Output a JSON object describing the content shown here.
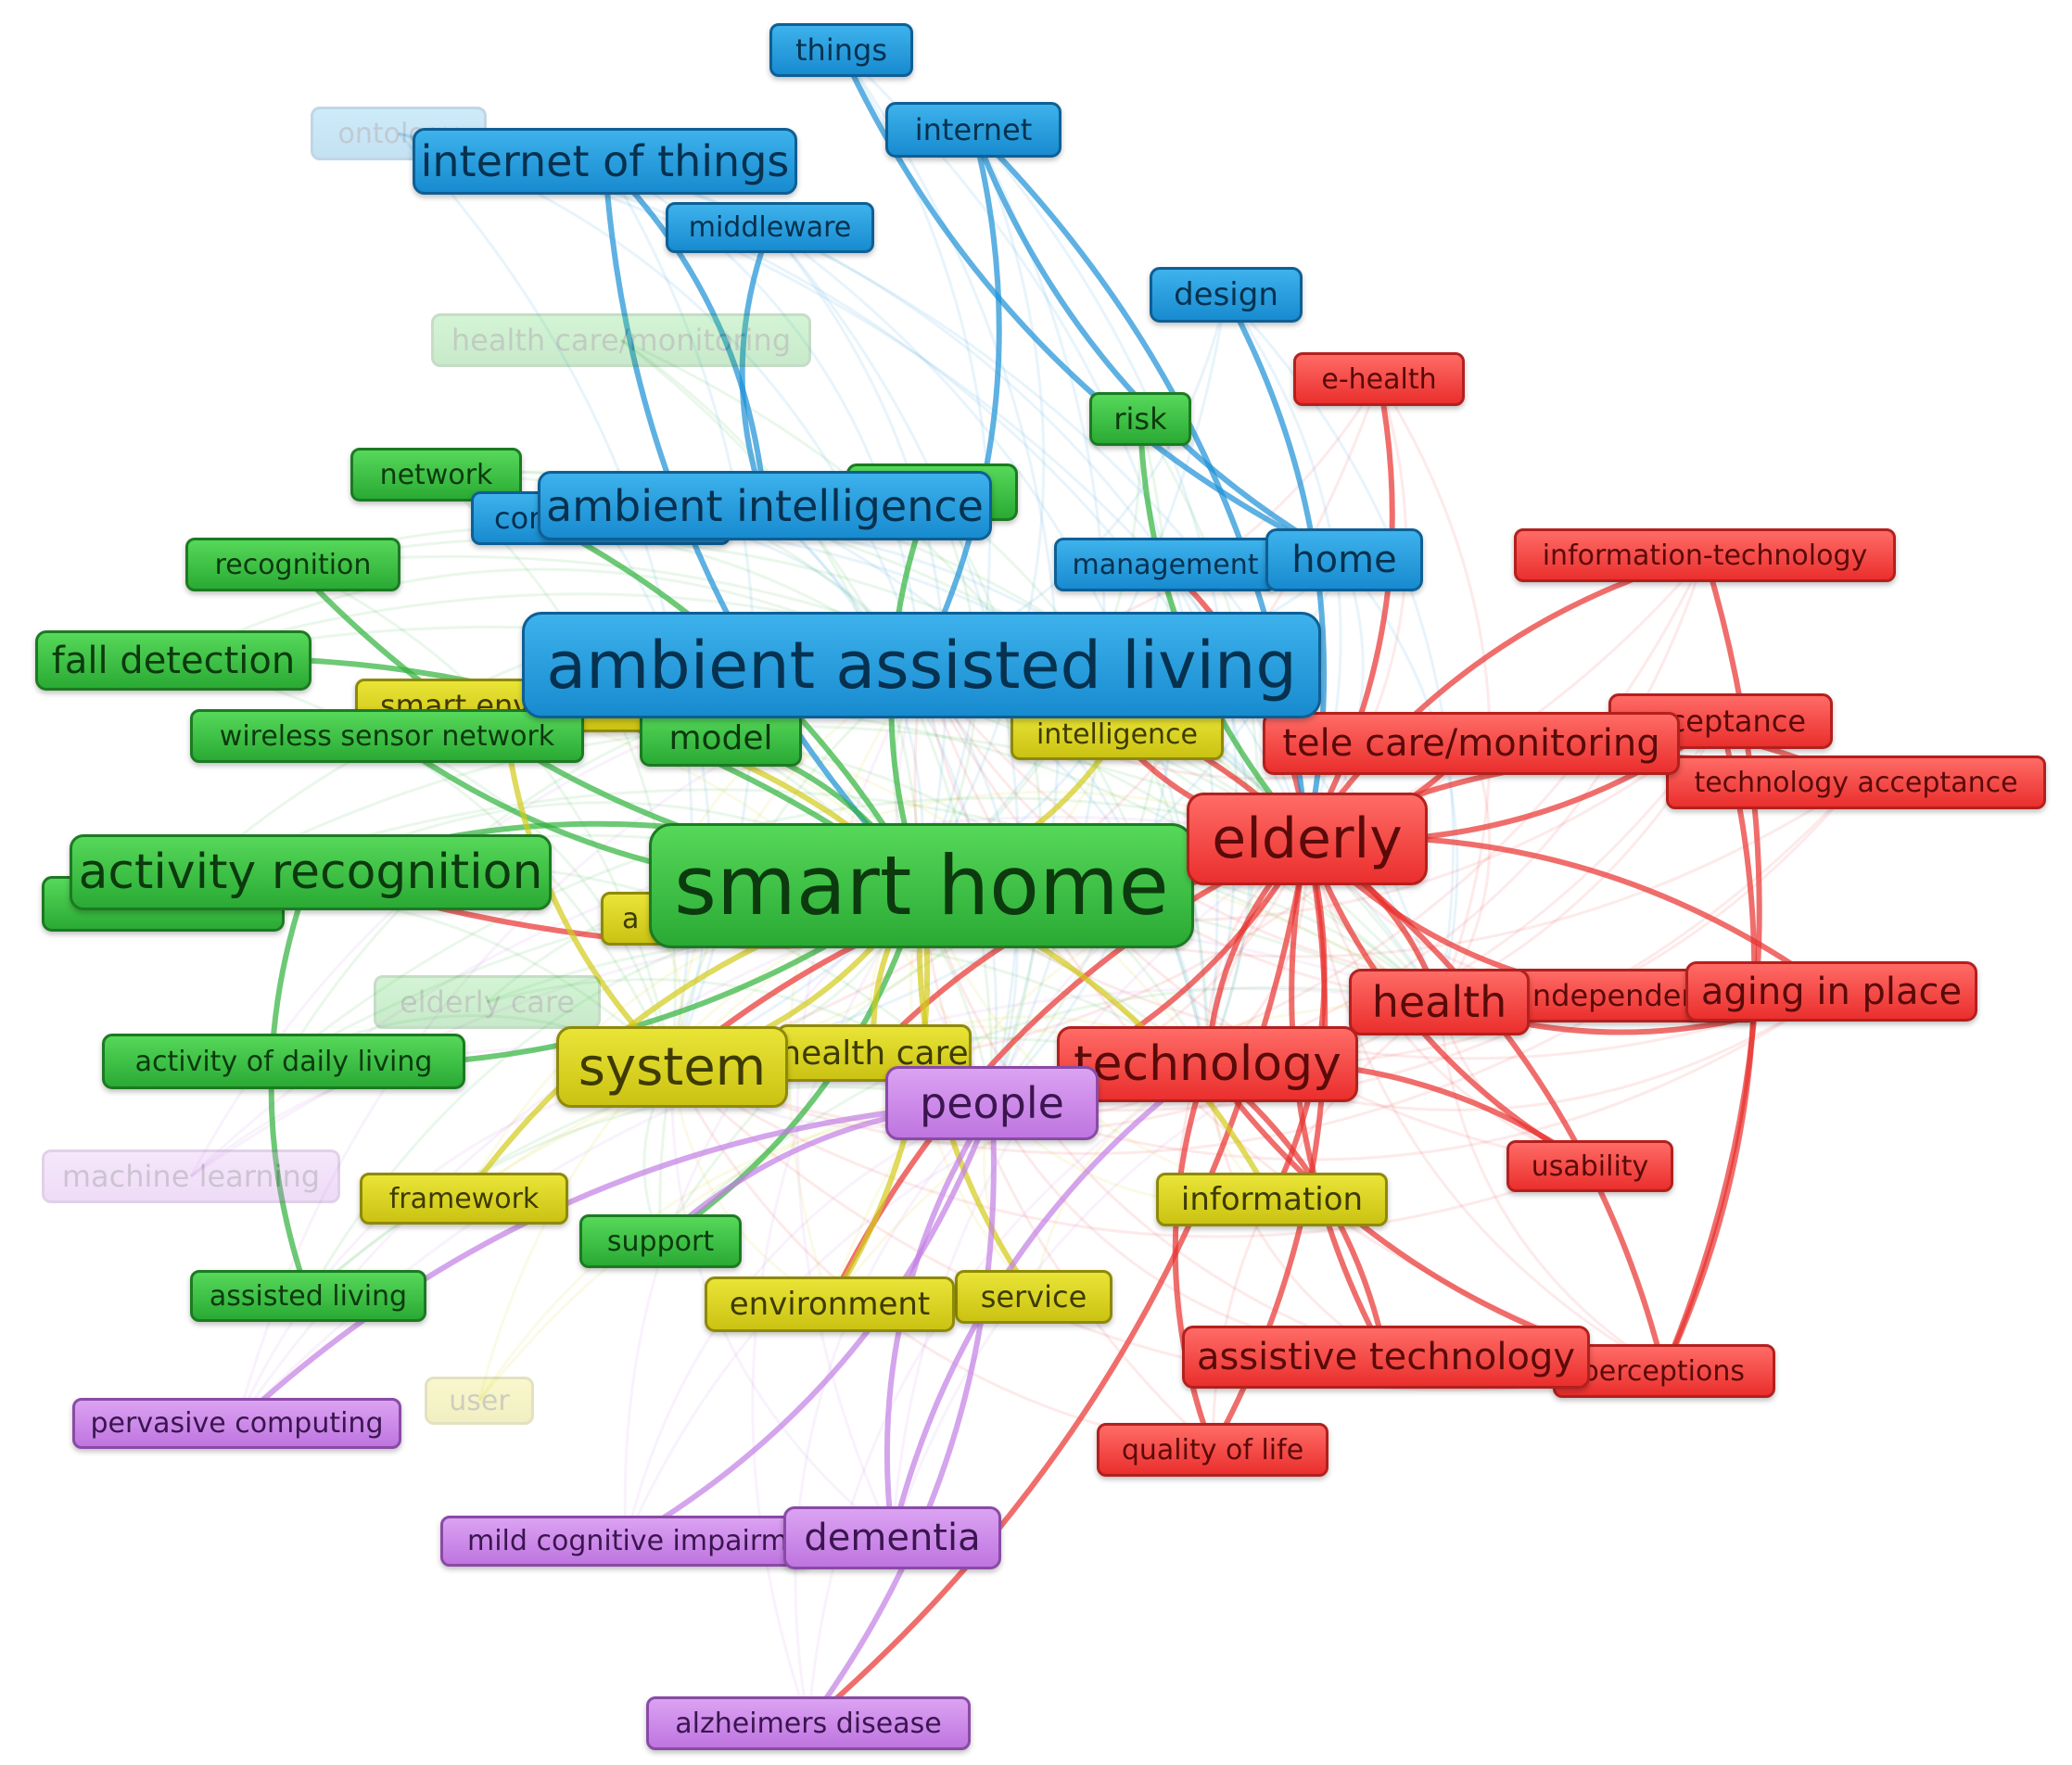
{
  "colors": {
    "red": "#e8312e",
    "blue": "#1a90d6",
    "green": "#2fb23a",
    "yellow": "#d3cb18",
    "purple": "#c27ee4"
  },
  "nodes": [
    {
      "id": "things",
      "label": "things",
      "cluster": "blue"
    },
    {
      "id": "ontology",
      "label": "ontology",
      "cluster": "blue",
      "faded": true
    },
    {
      "id": "internet",
      "label": "internet",
      "cluster": "blue"
    },
    {
      "id": "iot",
      "label": "internet of things",
      "cluster": "blue"
    },
    {
      "id": "middleware",
      "label": "middleware",
      "cluster": "blue"
    },
    {
      "id": "design",
      "label": "design",
      "cluster": "blue"
    },
    {
      "id": "hcm",
      "label": "health care/monitoring",
      "cluster": "green",
      "faded": true
    },
    {
      "id": "ehealth",
      "label": "e-health",
      "cluster": "red"
    },
    {
      "id": "risk",
      "label": "risk",
      "cluster": "green"
    },
    {
      "id": "network",
      "label": "network",
      "cluster": "green"
    },
    {
      "id": "greenhidden",
      "label": "",
      "cluster": "green"
    },
    {
      "id": "context",
      "label": "context",
      "cluster": "blue"
    },
    {
      "id": "ami",
      "label": "ambient intelligence",
      "cluster": "blue"
    },
    {
      "id": "recognition",
      "label": "recognition",
      "cluster": "green"
    },
    {
      "id": "management",
      "label": "management",
      "cluster": "blue"
    },
    {
      "id": "home",
      "label": "home",
      "cluster": "blue"
    },
    {
      "id": "infotech",
      "label": "information-technology",
      "cluster": "red"
    },
    {
      "id": "falldet",
      "label": "fall detection",
      "cluster": "green"
    },
    {
      "id": "smartenv",
      "label": "smart environment",
      "cluster": "yellow"
    },
    {
      "id": "wsn",
      "label": "wireless sensor network",
      "cluster": "green"
    },
    {
      "id": "model",
      "label": "model",
      "cluster": "green"
    },
    {
      "id": "aal",
      "label": "ambient assisted living",
      "cluster": "blue"
    },
    {
      "id": "intelligence",
      "label": "intelligence",
      "cluster": "yellow"
    },
    {
      "id": "acceptance",
      "label": "acceptance",
      "cluster": "red"
    },
    {
      "id": "telecare",
      "label": "tele care/monitoring",
      "cluster": "red"
    },
    {
      "id": "techacc",
      "label": "technology acceptance",
      "cluster": "red"
    },
    {
      "id": "greenhidden2",
      "label": "",
      "cluster": "green"
    },
    {
      "id": "actrec",
      "label": "activity recognition",
      "cluster": "green"
    },
    {
      "id": "elderly",
      "label": "elderly",
      "cluster": "red"
    },
    {
      "id": "yellowhidden",
      "label": "a",
      "cluster": "yellow"
    },
    {
      "id": "smarthome",
      "label": "smart home",
      "cluster": "green"
    },
    {
      "id": "elderlycare",
      "label": "elderly care",
      "cluster": "green",
      "faded": true
    },
    {
      "id": "health",
      "label": "health",
      "cluster": "red"
    },
    {
      "id": "independence",
      "label": "independence",
      "cluster": "red"
    },
    {
      "id": "aging",
      "label": "aging in place",
      "cluster": "red"
    },
    {
      "id": "adl",
      "label": "activity of daily living",
      "cluster": "green"
    },
    {
      "id": "healthcare",
      "label": "health care",
      "cluster": "yellow"
    },
    {
      "id": "system",
      "label": "system",
      "cluster": "yellow"
    },
    {
      "id": "technology",
      "label": "technology",
      "cluster": "red"
    },
    {
      "id": "people",
      "label": "people",
      "cluster": "purple"
    },
    {
      "id": "ml",
      "label": "machine learning",
      "cluster": "purple",
      "faded": true
    },
    {
      "id": "framework",
      "label": "framework",
      "cluster": "yellow"
    },
    {
      "id": "usability",
      "label": "usability",
      "cluster": "red"
    },
    {
      "id": "information",
      "label": "information",
      "cluster": "yellow"
    },
    {
      "id": "support",
      "label": "support",
      "cluster": "green"
    },
    {
      "id": "assisted",
      "label": "assisted living",
      "cluster": "green"
    },
    {
      "id": "environment",
      "label": "environment",
      "cluster": "yellow"
    },
    {
      "id": "service",
      "label": "service",
      "cluster": "yellow"
    },
    {
      "id": "perceptions",
      "label": "perceptions",
      "cluster": "red"
    },
    {
      "id": "assistech",
      "label": "assistive technology",
      "cluster": "red"
    },
    {
      "id": "pervasive",
      "label": "pervasive computing",
      "cluster": "purple"
    },
    {
      "id": "user",
      "label": "user",
      "cluster": "yellow",
      "faded": true
    },
    {
      "id": "qol",
      "label": "quality of life",
      "cluster": "red"
    },
    {
      "id": "mci",
      "label": "mild cognitive impairment",
      "cluster": "purple"
    },
    {
      "id": "dementia",
      "label": "dementia",
      "cluster": "purple"
    },
    {
      "id": "alzheimers",
      "label": "alzheimers disease",
      "cluster": "purple"
    }
  ],
  "links": [
    [
      "elderly",
      "ehealth",
      "red"
    ],
    [
      "elderly",
      "infotech",
      "red"
    ],
    [
      "elderly",
      "acceptance",
      "red"
    ],
    [
      "elderly",
      "techacc",
      "red"
    ],
    [
      "elderly",
      "telecare",
      "red"
    ],
    [
      "elderly",
      "health",
      "red"
    ],
    [
      "elderly",
      "independence",
      "red"
    ],
    [
      "elderly",
      "aging",
      "red"
    ],
    [
      "elderly",
      "usability",
      "red"
    ],
    [
      "elderly",
      "perceptions",
      "red"
    ],
    [
      "elderly",
      "assistech",
      "red"
    ],
    [
      "elderly",
      "qol",
      "red"
    ],
    [
      "elderly",
      "technology",
      "red"
    ],
    [
      "elderly",
      "smarthome",
      "red"
    ],
    [
      "elderly",
      "aal",
      "red"
    ],
    [
      "elderly",
      "people",
      "red"
    ],
    [
      "elderly",
      "system",
      "red"
    ],
    [
      "elderly",
      "actrec",
      "red"
    ],
    [
      "elderly",
      "healthcare",
      "red"
    ],
    [
      "elderly",
      "intelligence",
      "red"
    ],
    [
      "elderly",
      "management",
      "red"
    ],
    [
      "elderly",
      "alzheimers",
      "red"
    ],
    [
      "elderly",
      "environment",
      "red"
    ],
    [
      "elderly",
      "information",
      "red"
    ],
    [
      "technology",
      "qol",
      "red"
    ],
    [
      "technology",
      "assistech",
      "red"
    ],
    [
      "technology",
      "perceptions",
      "red"
    ],
    [
      "technology",
      "usability",
      "red"
    ],
    [
      "health",
      "aging",
      "red"
    ],
    [
      "infotech",
      "perceptions",
      "red"
    ],
    [
      "techacc",
      "telecare",
      "red"
    ],
    [
      "acceptance",
      "perceptions",
      "red"
    ],
    [
      "internet",
      "home",
      "blue"
    ],
    [
      "internet",
      "elderly",
      "blue"
    ],
    [
      "things",
      "home",
      "blue"
    ],
    [
      "iot",
      "ami",
      "blue"
    ],
    [
      "middleware",
      "ami",
      "blue"
    ],
    [
      "design",
      "elderly",
      "blue"
    ],
    [
      "iot",
      "smarthome",
      "blue"
    ],
    [
      "internet",
      "aal",
      "blue"
    ],
    [
      "risk",
      "elderly",
      "green"
    ],
    [
      "network",
      "smarthome",
      "green"
    ],
    [
      "recognition",
      "smarthome",
      "green"
    ],
    [
      "falldet",
      "smarthome",
      "green"
    ],
    [
      "wsn",
      "smarthome",
      "green"
    ],
    [
      "actrec",
      "smarthome",
      "green"
    ],
    [
      "adl",
      "smarthome",
      "green"
    ],
    [
      "assisted",
      "actrec",
      "green"
    ],
    [
      "support",
      "smarthome",
      "green"
    ],
    [
      "model",
      "smarthome",
      "green"
    ],
    [
      "greenhidden",
      "smarthome",
      "green"
    ],
    [
      "smartenv",
      "smarthome",
      "yellow"
    ],
    [
      "system",
      "smarthome",
      "yellow"
    ],
    [
      "framework",
      "smarthome",
      "yellow"
    ],
    [
      "environment",
      "smarthome",
      "yellow"
    ],
    [
      "service",
      "smarthome",
      "yellow"
    ],
    [
      "information",
      "smarthome",
      "yellow"
    ],
    [
      "healthcare",
      "smarthome",
      "yellow"
    ],
    [
      "smartenv",
      "system",
      "yellow"
    ],
    [
      "intelligence",
      "smarthome",
      "yellow"
    ],
    [
      "people",
      "dementia",
      "purple"
    ],
    [
      "people",
      "mci",
      "purple"
    ],
    [
      "people",
      "pervasive",
      "purple"
    ],
    [
      "people",
      "alzheimers",
      "purple"
    ],
    [
      "people",
      "support",
      "purple"
    ],
    [
      "dementia",
      "technology",
      "purple"
    ]
  ]
}
